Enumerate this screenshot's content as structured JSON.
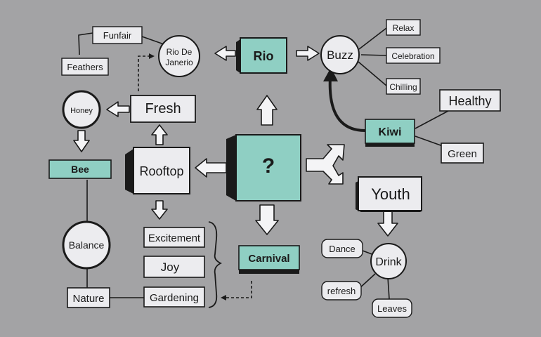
{
  "nodes": {
    "center": "?",
    "rio": "Rio",
    "buzz": "Buzz",
    "relax": "Relax",
    "celebration": "Celebration",
    "chilling": "Chilling",
    "rio_de_janerio_1": "Rio De",
    "rio_de_janerio_2": "Janerio",
    "funfair": "Funfair",
    "feathers": "Feathers",
    "fresh": "Fresh",
    "honey": "Honey",
    "bee": "Bee",
    "rooftop": "Rooftop",
    "balance": "Balance",
    "nature": "Nature",
    "excitement": "Excitement",
    "joy": "Joy",
    "gardening": "Gardening",
    "carnival": "Carnival",
    "kiwi": "Kiwi",
    "healthy": "Healthy",
    "green": "Green",
    "youth": "Youth",
    "drink": "Drink",
    "dance": "Dance",
    "refresh": "refresh",
    "leaves": "Leaves"
  },
  "colors": {
    "background": "#a3a3a5",
    "teal": "#8fcfc3",
    "box": "#ececef",
    "dark": "#1a1a1a"
  }
}
